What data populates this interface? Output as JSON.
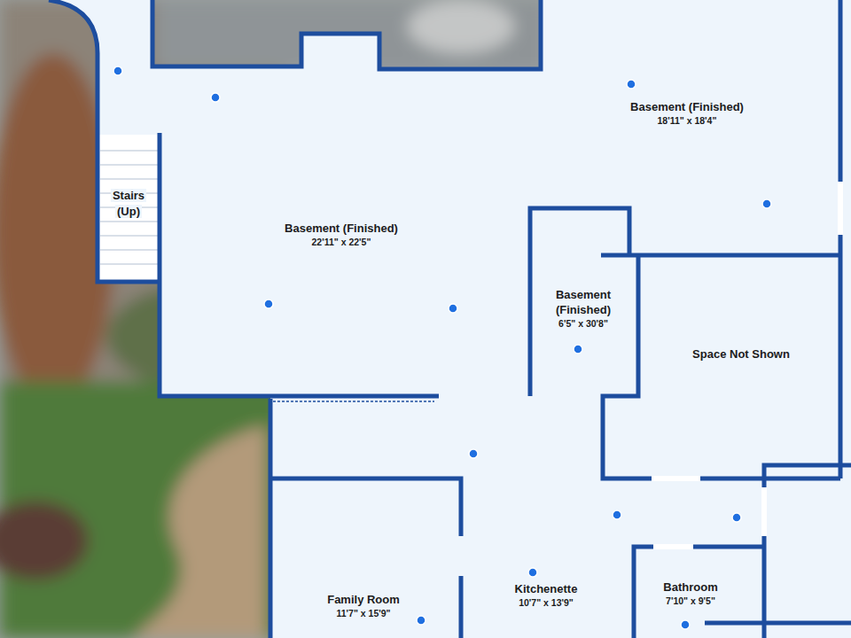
{
  "diagram": {
    "nodes": [
      {
        "text": [
          "Stairs (Up)"
        ]
      },
      {
        "text": [
          "Basement (Finished)",
          "22'11\" x 22'5\""
        ]
      },
      {
        "text": [
          "Basement (Finished)",
          "18'11\" x 18'4\""
        ]
      },
      {
        "text": [
          "Basement (Finished)",
          "6'5\" x 30'8\""
        ]
      },
      {
        "text": [
          "Space Not Shown"
        ]
      },
      {
        "text": [
          "Family Room",
          "11'7\" x 15'9\""
        ]
      },
      {
        "text": [
          "Kitchenette",
          "10'7\" x 13'9\""
        ]
      },
      {
        "text": [
          "Bathroom",
          "7'10\" x 9'5\""
        ]
      }
    ]
  }
}
